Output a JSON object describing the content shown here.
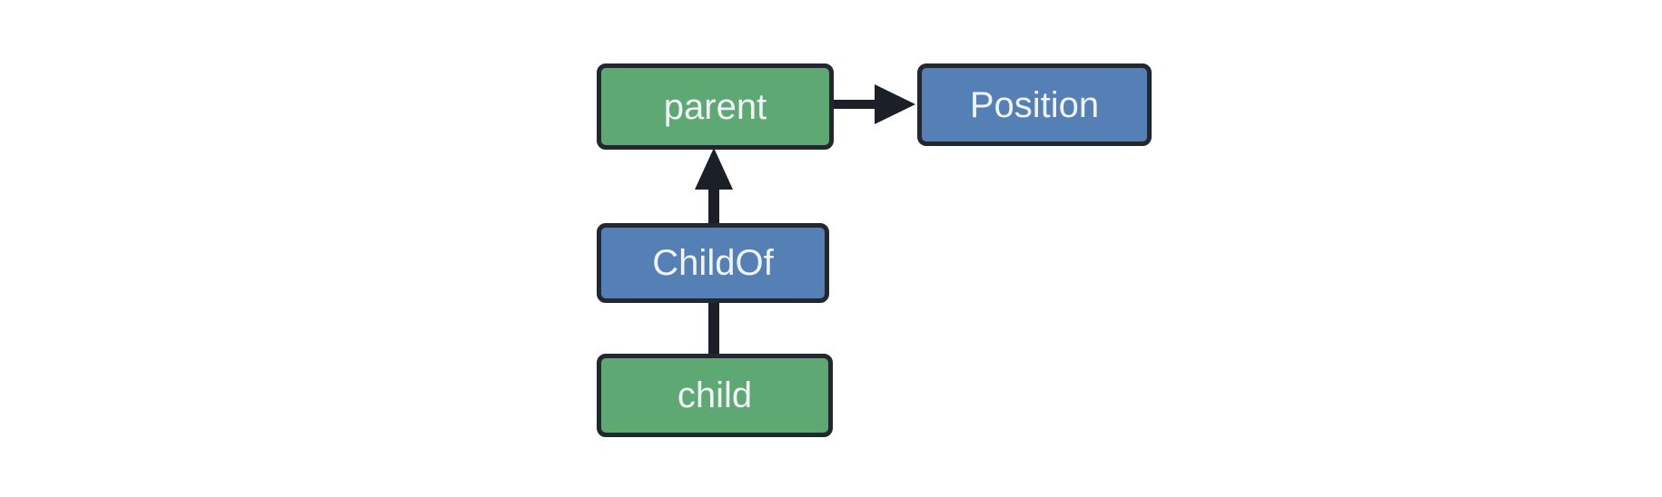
{
  "diagram": {
    "nodes": [
      {
        "id": "parent",
        "label": "parent",
        "kind": "entity",
        "fill": "#5ea874"
      },
      {
        "id": "Position",
        "label": "Position",
        "kind": "component",
        "fill": "#5480b5"
      },
      {
        "id": "ChildOf",
        "label": "ChildOf",
        "kind": "component",
        "fill": "#5480b5"
      },
      {
        "id": "child",
        "label": "child",
        "kind": "entity",
        "fill": "#5ea874"
      }
    ],
    "edges": [
      {
        "from": "parent",
        "to": "Position",
        "style": "arrow",
        "direction": "right"
      },
      {
        "from": "ChildOf",
        "to": "parent",
        "style": "arrow",
        "direction": "up"
      },
      {
        "from": "child",
        "to": "ChildOf",
        "style": "line",
        "direction": "up"
      }
    ],
    "colors": {
      "entity_fill": "#5ea874",
      "component_fill": "#5480b5",
      "border": "#23272f",
      "arrow": "#1b1f26",
      "label_text": "#f0f3f8",
      "background": "#ffffff"
    }
  }
}
